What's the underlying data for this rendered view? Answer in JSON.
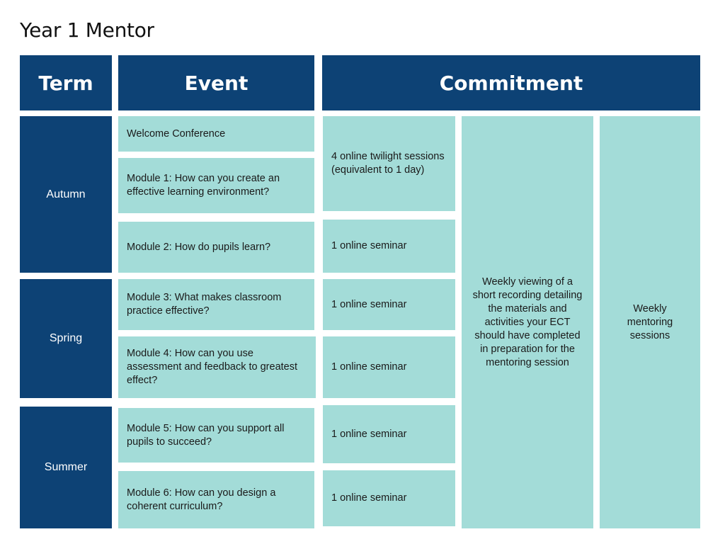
{
  "title": "Year 1 Mentor",
  "headers": {
    "term": "Term",
    "event": "Event",
    "commitment": "Commitment"
  },
  "terms": [
    "Autumn",
    "Spring",
    "Summer"
  ],
  "events": [
    "Welcome Conference",
    "Module 1: How can you create an effective learning environment?",
    "Module 2: How do pupils learn?",
    "Module 3: What makes classroom practice effective?",
    "Module 4: How can you use assessment and feedback to greatest effect?",
    "Module 5: How can you support all pupils to succeed?",
    "Module 6: How can you design a coherent curriculum?"
  ],
  "sessions": [
    "4 online twilight sessions (equivalent to 1 day)",
    "1 online seminar",
    "1 online seminar",
    "1 online seminar",
    "1 online seminar",
    "1 online seminar"
  ],
  "weekly_viewing": "Weekly viewing of a short recording detailing the materials and activities your ECT should have completed in preparation for the mentoring session",
  "weekly_mentoring": "Weekly mentoring sessions",
  "colors": {
    "header": "#0d4275",
    "cell": "#a3dcd8"
  }
}
